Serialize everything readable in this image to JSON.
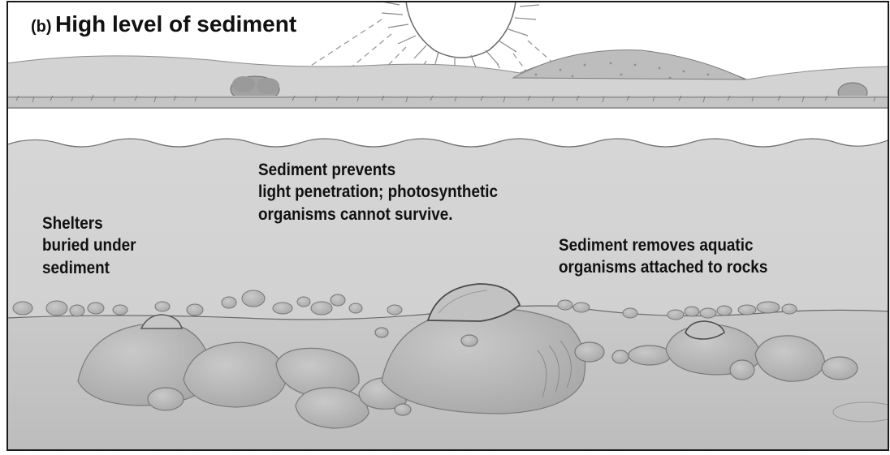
{
  "title": {
    "panel_letter": "(b)",
    "text": "High level of sediment"
  },
  "labels": {
    "shelters": [
      "Shelters",
      "buried under",
      "sediment"
    ],
    "light": [
      "Sediment prevents",
      "light penetration; photosynthetic",
      "organisms cannot survive."
    ],
    "aquatic": [
      "Sediment removes aquatic",
      "organisms attached to rocks"
    ]
  },
  "colors": {
    "frame": "#1a1a1a",
    "sky": "#ffffff",
    "hills": "#cfcfcf",
    "water": "#d2d2d2",
    "sediment_bed": "#c3c3c3",
    "rock_fill": "#b7b7b7",
    "rock_stroke": "#7a7a7a",
    "text": "#111111"
  }
}
